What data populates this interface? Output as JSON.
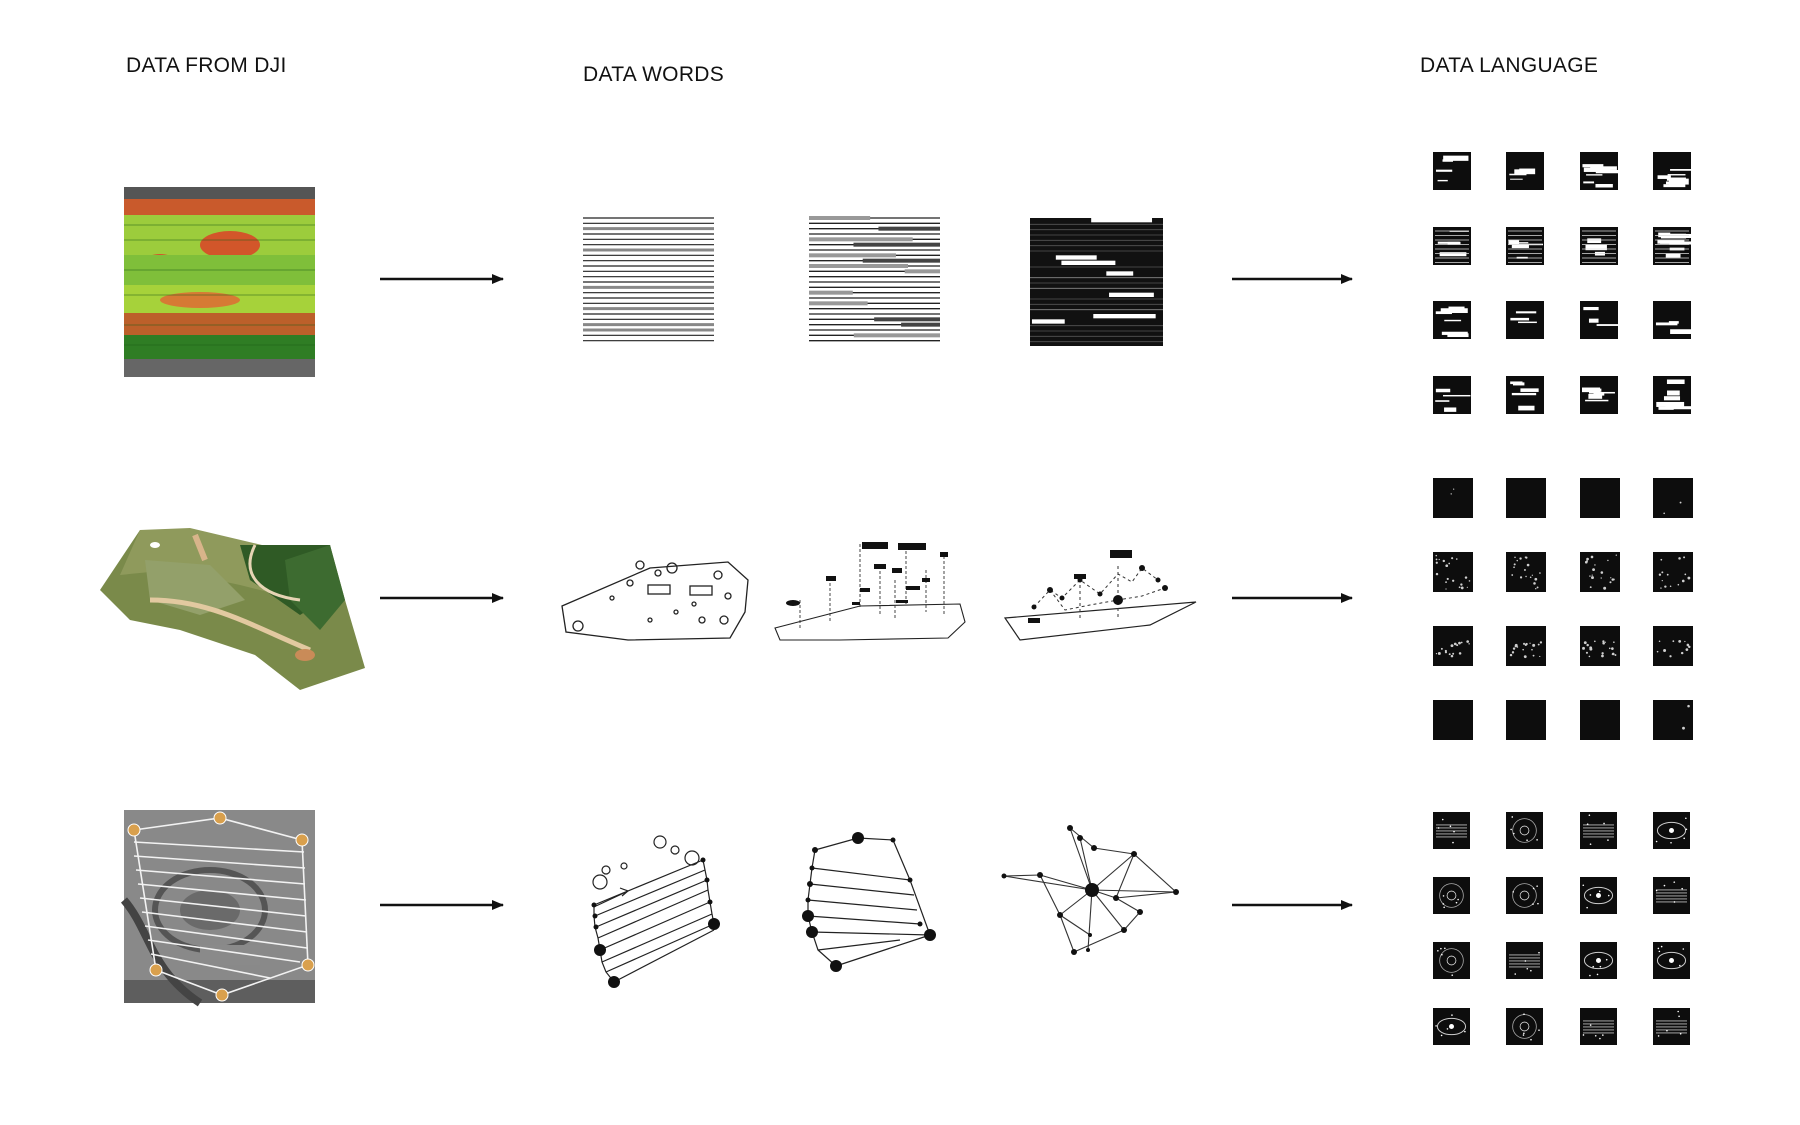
{
  "headers": {
    "source": "DATA FROM DJI",
    "words": "DATA WORDS",
    "language": "DATA LANGUAGE"
  },
  "rows": [
    {
      "id": "ndvi",
      "source_image": "ndvi-field-map",
      "word_glyphs": [
        "line-stripes-light",
        "line-stripes-medium",
        "line-stripes-dense"
      ],
      "language_tile_style": "black-white-bars"
    },
    {
      "id": "terrain",
      "source_image": "aerial-orthomosaic",
      "word_glyphs": [
        "site-outline",
        "site-extrusion",
        "point-graph-3d"
      ],
      "language_tile_style": "dark-sparse-points"
    },
    {
      "id": "flight",
      "source_image": "flight-path-satellite",
      "word_glyphs": [
        "flight-zigzag",
        "flight-polygon",
        "network-star"
      ],
      "language_tile_style": "dark-radial-scans"
    }
  ],
  "colors": {
    "ndvi_green": "#3c9a2a",
    "ndvi_light": "#a6d23a",
    "ndvi_red": "#d2562a",
    "flight_marker": "#d9a04d",
    "ink": "#111111"
  }
}
